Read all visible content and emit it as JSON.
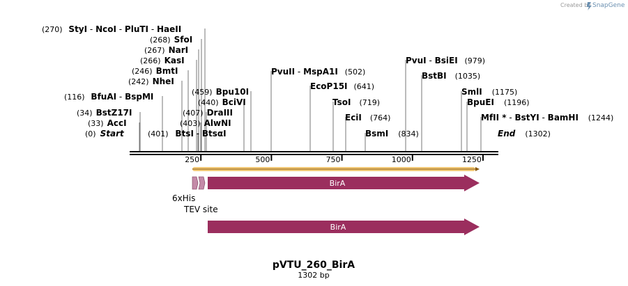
{
  "watermark": {
    "created_by": "Created by",
    "brand": "SnapGene"
  },
  "map": {
    "length": 1302,
    "ticks": [
      {
        "value": 250,
        "label": "250"
      },
      {
        "value": 500,
        "label": "500"
      },
      {
        "value": 750,
        "label": "750"
      },
      {
        "value": 1000,
        "label": "1000"
      },
      {
        "value": 1250,
        "label": "1250"
      }
    ],
    "sites": [
      {
        "pos": 0,
        "pos_label": "(0)",
        "name": "Start",
        "style": "italic"
      },
      {
        "pos": 33,
        "pos_label": "(33)",
        "name": "AccI"
      },
      {
        "pos": 34,
        "pos_label": "(34)",
        "name": "BstZ17I"
      },
      {
        "pos": 116,
        "pos_label": "(116)",
        "name": "BfuAI - BspMI"
      },
      {
        "pos": 242,
        "pos_label": "(242)",
        "name": "NheI"
      },
      {
        "pos": 246,
        "pos_label": "(246)",
        "name": "BmtI"
      },
      {
        "pos": 266,
        "pos_label": "(266)",
        "name": "KasI"
      },
      {
        "pos": 267,
        "pos_label": "(267)",
        "name": "NarI"
      },
      {
        "pos": 268,
        "pos_label": "(268)",
        "name": "SfoI"
      },
      {
        "pos": 270,
        "pos_label": "(270)",
        "name": "StyI - NcoI - PluTI - HaeII"
      },
      {
        "pos": 401,
        "pos_label": "(401)",
        "name": "BtsI - BtsαI"
      },
      {
        "pos": 403,
        "pos_label": "(403)",
        "name": "AlwNI"
      },
      {
        "pos": 407,
        "pos_label": "(407)",
        "name": "DraIII"
      },
      {
        "pos": 440,
        "pos_label": "(440)",
        "name": "BciVI"
      },
      {
        "pos": 459,
        "pos_label": "(459)",
        "name": "Bpu10I"
      },
      {
        "pos": 502,
        "pos_label": "(502)",
        "name": "PvuII - MspA1I"
      },
      {
        "pos": 641,
        "pos_label": "(641)",
        "name": "EcoP15I"
      },
      {
        "pos": 719,
        "pos_label": "(719)",
        "name": "TsoI"
      },
      {
        "pos": 764,
        "pos_label": "(764)",
        "name": "EciI"
      },
      {
        "pos": 834,
        "pos_label": "(834)",
        "name": "BsmI"
      },
      {
        "pos": 979,
        "pos_label": "(979)",
        "name": "PvuI - BsiEI"
      },
      {
        "pos": 1035,
        "pos_label": "(1035)",
        "name": "BstBI"
      },
      {
        "pos": 1175,
        "pos_label": "(1175)",
        "name": "SmlI"
      },
      {
        "pos": 1196,
        "pos_label": "(1196)",
        "name": "BpuEI"
      },
      {
        "pos": 1244,
        "pos_label": "(1244)",
        "name": "MfII * - BstYI - BamHI"
      },
      {
        "pos": 1302,
        "pos_label": "(1302)",
        "name": "End",
        "style": "italic"
      }
    ],
    "features": [
      {
        "name": "6xHis",
        "start": 225,
        "end": 243,
        "color": "#c48aa8",
        "label_below": "6xHis"
      },
      {
        "name": "TEV site",
        "start": 246,
        "end": 267,
        "color": "#c48aa8",
        "label_below": "TEV site"
      },
      {
        "name": "BirA",
        "start": 277,
        "end": 1227,
        "color": "#9b2e5e",
        "label": "BirA"
      },
      {
        "name": "BirA",
        "start": 277,
        "end": 1227,
        "color": "#9b2e5e",
        "label": "BirA"
      }
    ],
    "orf_color": "#f0c060",
    "plasmid_name": "pVTU_260_BirA",
    "plasmid_size": "1302 bp"
  }
}
